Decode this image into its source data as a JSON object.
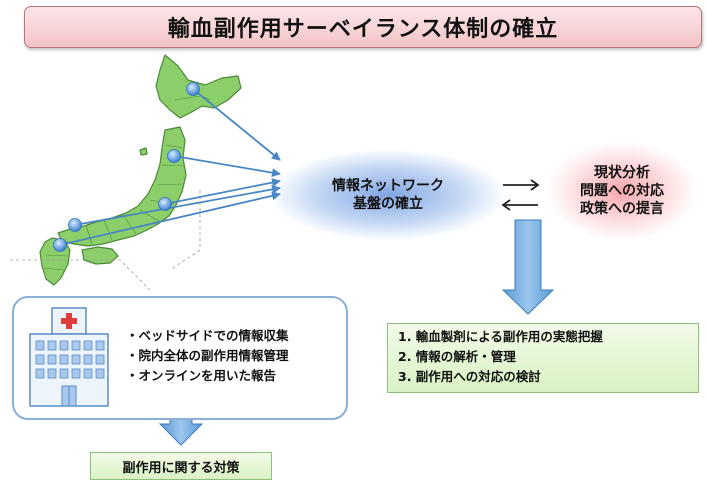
{
  "title": "輸血副作用サーベイランス体制の確立",
  "network": {
    "line1": "情報ネットワーク",
    "line2": "基盤の確立"
  },
  "analysis": {
    "line1": "現状分析",
    "line2": "問題への対応",
    "line3": "政策への提言"
  },
  "hospital": {
    "bullets": [
      "・ベッドサイドでの情報収集",
      "・院内全体の副作用情報管理",
      "・オンラインを用いた報告"
    ]
  },
  "measures": {
    "label": "副作用に関する対策"
  },
  "tasks": {
    "items": [
      "1.  輸血製剤による副作用の実態把握",
      "2.  情報の解析・管理",
      "3.  副作用への対応の検討"
    ]
  },
  "colors": {
    "title_bg": "#f3c4c8",
    "title_border": "#b9737a",
    "map_fill": "#8ccf6a",
    "map_border": "#4a8a3a",
    "arrow_blue": "#4a86c4",
    "green_box": "#d9f2c4",
    "hospital_border": "#8ab0d8"
  }
}
